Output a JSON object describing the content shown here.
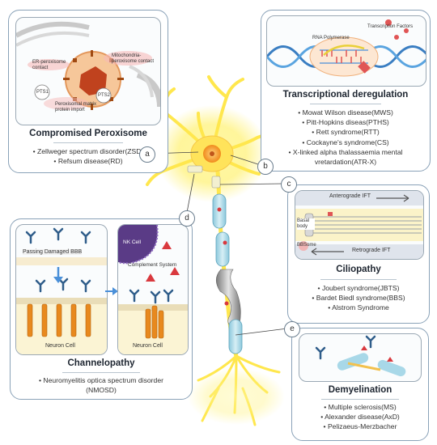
{
  "peroxisome": {
    "title": "Compromised Peroxisome",
    "labels": {
      "er_contact": "ER-peroxisome contact",
      "mito_contact": "Mitochondria-peroxisome contact",
      "pts1": "PTS1",
      "pts2": "PTS2",
      "matrix_import": "Peroxisomal matrix protein import"
    },
    "diseases": [
      "Zellweger spectrum disorder(ZSD)",
      "Refsum disease(RD)"
    ]
  },
  "transcription": {
    "title": "Transcriptional deregulation",
    "labels": {
      "rna_polymerase": "RNA Polymerase",
      "transcription_factors": "Transcription Factors"
    },
    "diseases": [
      "Mowat Wilson disease(MWS)",
      "Pitt-Hopkins diseas(PTHS)",
      "Rett syndrome(RTT)",
      "Cockayne's syndrome(CS)",
      "X-linked alpha thalassaemia mental",
      "vretardation(ATR-X)"
    ]
  },
  "ciliopathy": {
    "title": "Ciliopathy",
    "labels": {
      "anterograde": "Anterograde IFT",
      "retrograde": "Retrograde IFT",
      "basal_body": "Basal body",
      "bbsome": "BBSome"
    },
    "diseases": [
      "Joubert syndrome(JBTS)",
      "Bardet Biedl syndrome(BBS)",
      "Alstrom Syndrome"
    ]
  },
  "channelopathy": {
    "title": "Channelopathy",
    "labels": {
      "passing_bbb": "Passing Damaged BBB",
      "neuron_cell_1": "Neuron Cell",
      "nk_cell": "NK Cell",
      "complement": "Complement System",
      "neuron_cell_2": "Neuron Cell"
    },
    "diseases": [
      "Neuromyelitis optica spectrum disorder",
      "(NMOSD)"
    ]
  },
  "demyelination": {
    "title": "Demyelination",
    "diseases": [
      "Multiple sclerosis(MS)",
      "Alexander disease(AxD)",
      "Pelizaeus-Merzbacher"
    ]
  },
  "markers": {
    "a": "a",
    "b": "b",
    "c": "c",
    "d": "d",
    "e": "e"
  },
  "colors": {
    "panel_border": "#8aa2b8",
    "neuron_glow": "#fff176",
    "nucleus": "#f5a623",
    "myelin": "#a8d8e8",
    "antibody": "#2f5d8a",
    "channel": "#e8891e",
    "complement": "#d9393e"
  }
}
